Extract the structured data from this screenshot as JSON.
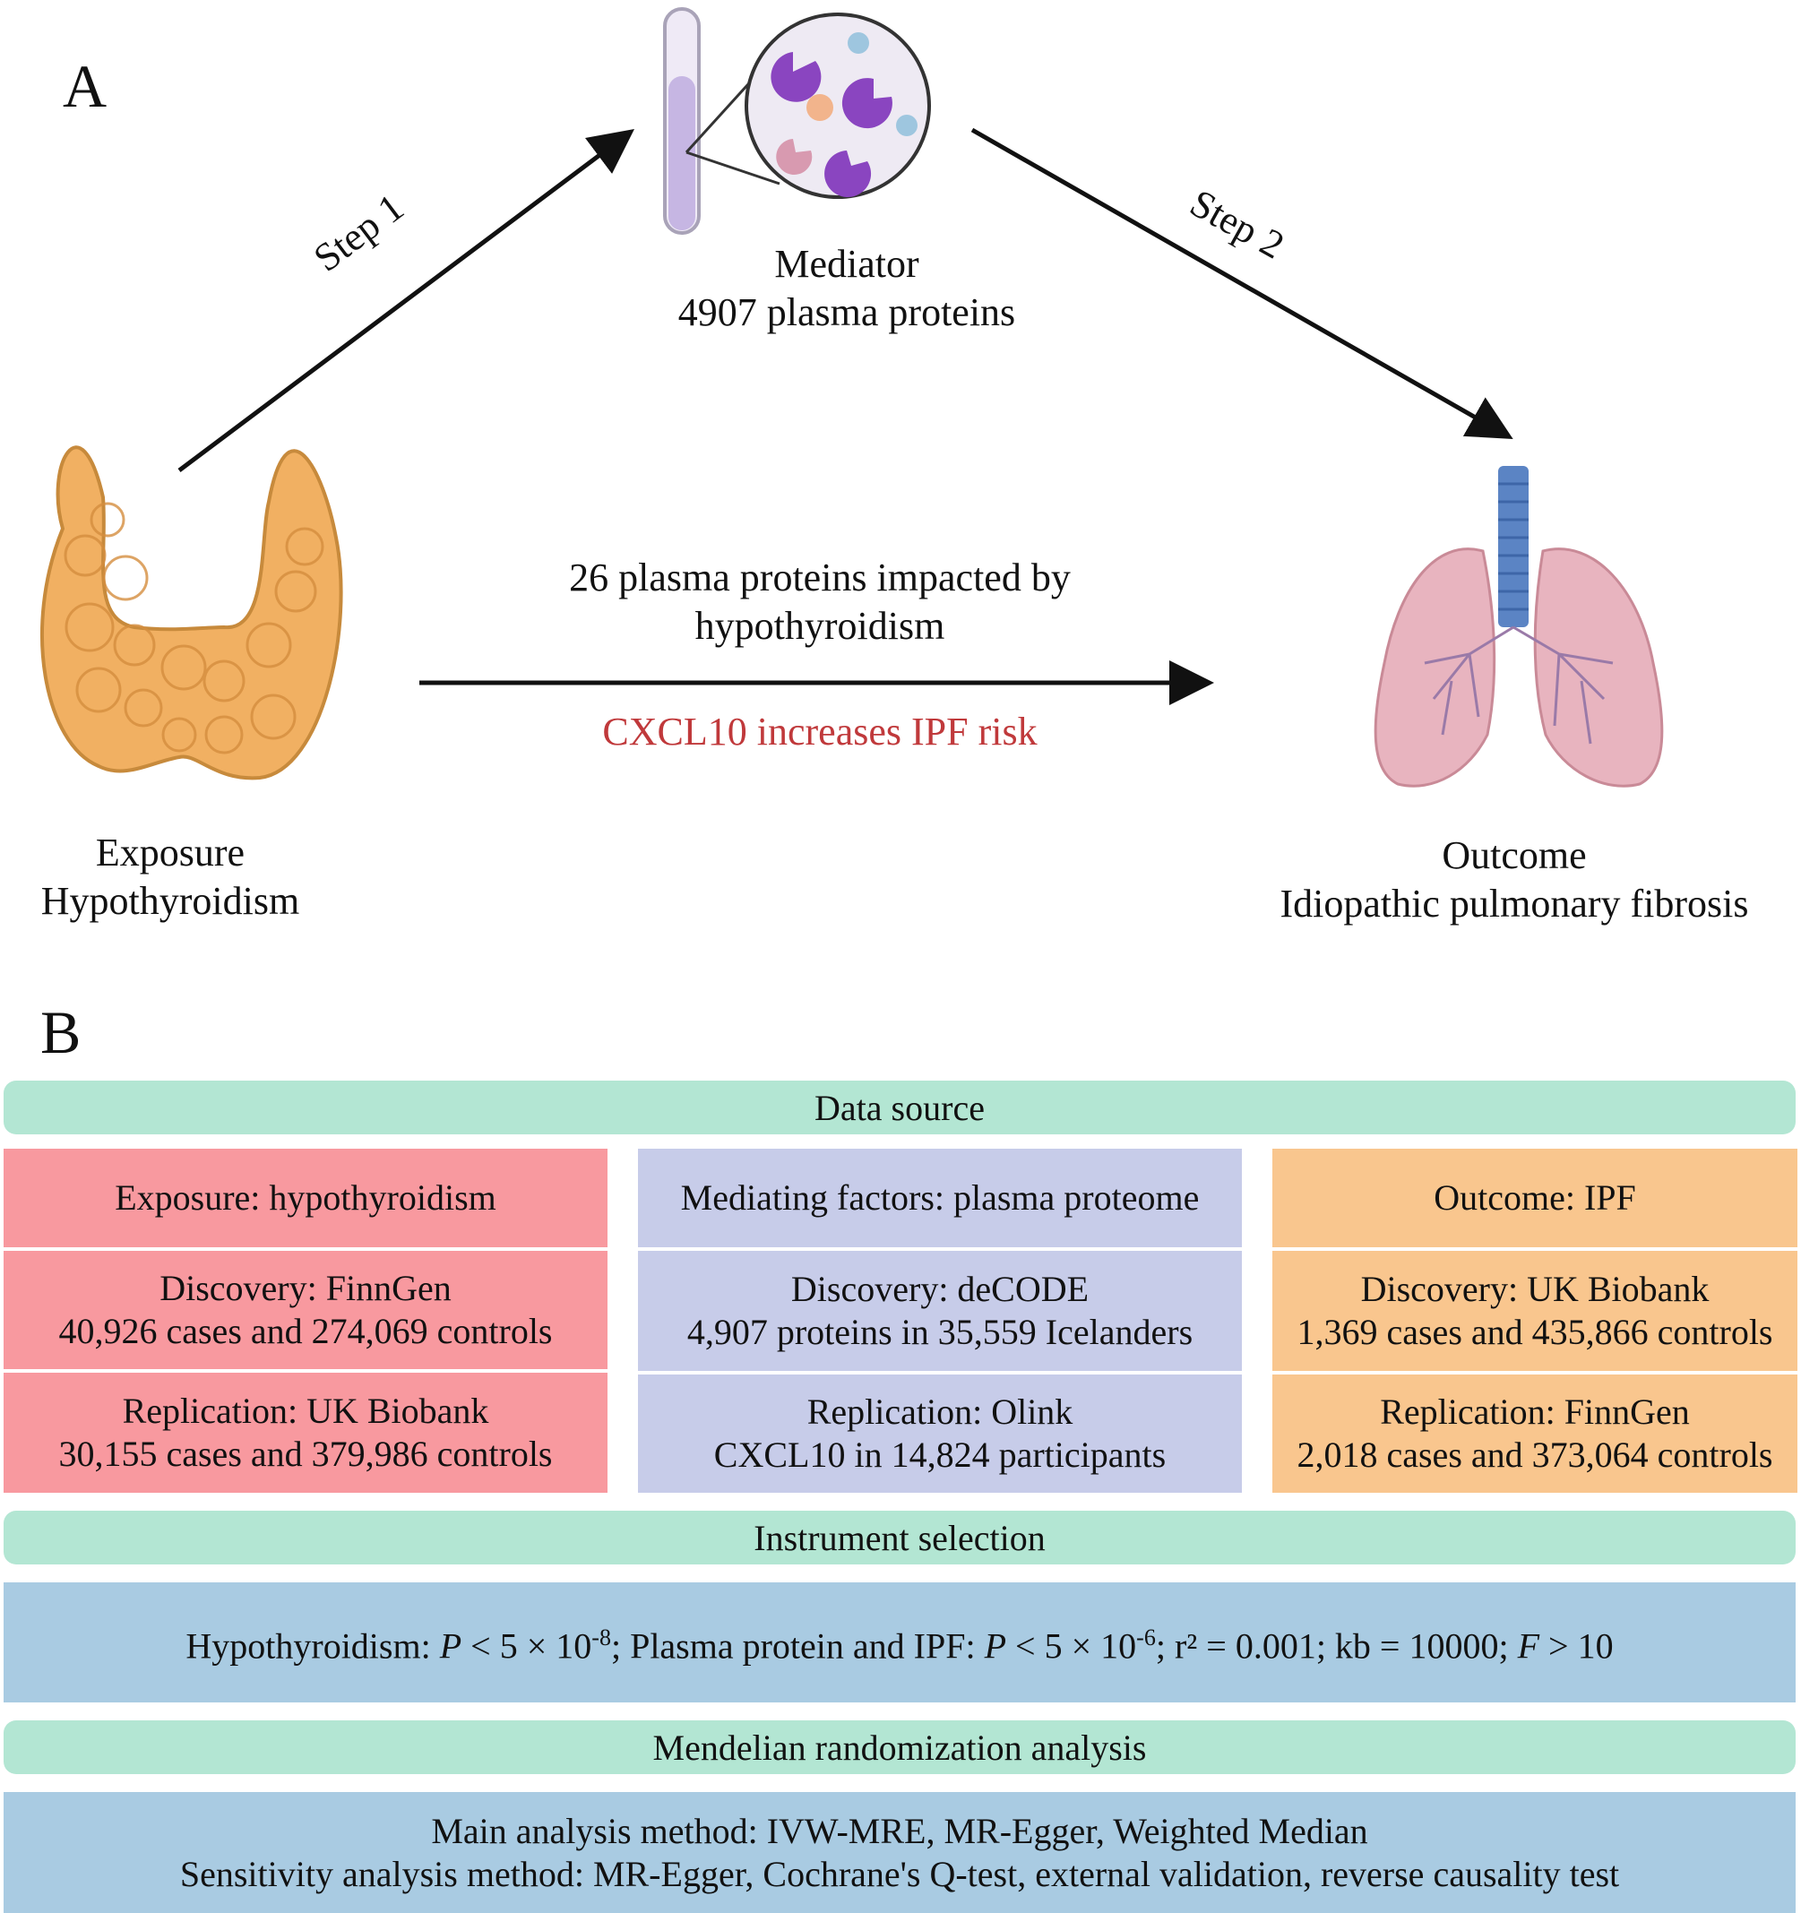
{
  "panel_a": {
    "letter": "A",
    "step1": "Step 1",
    "step2": "Step 2",
    "mediator": {
      "line1": "Mediator",
      "line2": "4907 plasma proteins"
    },
    "exposure": {
      "line1": "Exposure",
      "line2": "Hypothyroidism"
    },
    "outcome": {
      "line1": "Outcome",
      "line2": "Idiopathic pulmonary fibrosis"
    },
    "direct": {
      "line1": "26 plasma proteins impacted by",
      "line2": "hypothyroidism",
      "finding": "CXCL10 increases IPF risk"
    },
    "colors": {
      "finding": "#c0393b",
      "thyroid": "#f1b062",
      "lung": "#e8b4bf",
      "trachea": "#5b84c4",
      "protein": "#8a45c0"
    }
  },
  "panel_b": {
    "letter": "B",
    "data_source": "Data source",
    "exposure_col": {
      "header": "Exposure: hypothyroidism",
      "discovery_1": "Discovery: FinnGen",
      "discovery_2": "40,926 cases and 274,069 controls",
      "replication_1": "Replication: UK Biobank",
      "replication_2": "30,155 cases and 379,986 controls"
    },
    "mediator_col": {
      "header": "Mediating factors: plasma proteome",
      "discovery_1": "Discovery: deCODE",
      "discovery_2": "4,907 proteins in 35,559 Icelanders",
      "replication_1": "Replication: Olink",
      "replication_2": "CXCL10 in 14,824 participants"
    },
    "outcome_col": {
      "header": "Outcome: IPF",
      "discovery_1": "Discovery: UK Biobank",
      "discovery_2": "1,369 cases and 435,866 controls",
      "replication_1": "Replication: FinnGen",
      "replication_2": "2,018 cases and 373,064 controls"
    },
    "instrument_selection": "Instrument selection",
    "criteria": {
      "p1": "Hypothyroidism: ",
      "p_sym": "P",
      "p2": " < 5 × 10",
      "e1": "-8",
      "p3": "; Plasma protein and IPF: ",
      "p4": " < 5 × 10",
      "e2": "-6",
      "p5": "; r² = 0.001; kb = 10000; ",
      "f_sym": "F",
      "p6": " > 10"
    },
    "mr_analysis": "Mendelian randomization analysis",
    "methods": {
      "main": "Main analysis method: IVW-MRE, MR-Egger, Weighted Median",
      "sensitivity": "Sensitivity analysis method: MR-Egger, Cochrane's Q-test, external validation, reverse causality test"
    },
    "colors": {
      "bar": "#b3e6d3",
      "exposure": "#f8999f",
      "mediator": "#c7cce9",
      "outcome": "#f9c68e",
      "blue": "#a9cbe2"
    }
  }
}
